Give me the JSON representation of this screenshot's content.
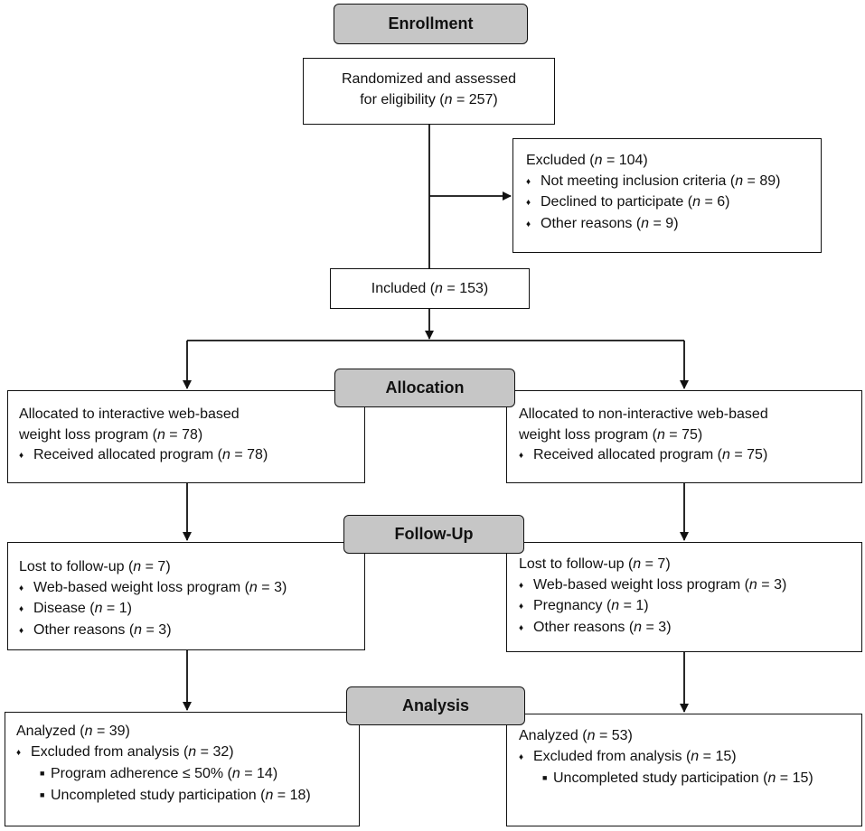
{
  "stages": {
    "enrollment": "Enrollment",
    "allocation": "Allocation",
    "follow_up": "Follow-Up",
    "analysis": "Analysis"
  },
  "randomized": {
    "line1": "Randomized and assessed",
    "line2_pre": "for eligibility (",
    "n": "n",
    "line2_post": " = 257)"
  },
  "excluded": {
    "title_pre": "Excluded (",
    "title_post": " = 104)",
    "items": [
      {
        "pre": "Not meeting inclusion criteria (",
        "post": " = 89)"
      },
      {
        "pre": "Declined to participate (",
        "post": " = 6)"
      },
      {
        "pre": "Other reasons (",
        "post": " = 9)"
      }
    ]
  },
  "included": {
    "pre": "Included (",
    "post": " = 153)"
  },
  "alloc_left": {
    "line1": "Allocated to interactive web-based",
    "line2_pre": "weight loss program (",
    "line2_post": " = 78)",
    "item_pre": "Received allocated program (",
    "item_post": " = 78)"
  },
  "alloc_right": {
    "line1": "Allocated to non-interactive web-based",
    "line2_pre": "weight loss program (",
    "line2_post": " = 75)",
    "item_pre": "Received allocated program (",
    "item_post": " = 75)"
  },
  "follow_left": {
    "title_pre": "Lost to follow-up (",
    "title_post": " = 7)",
    "items": [
      {
        "pre": "Web-based weight loss program (",
        "post": " = 3)"
      },
      {
        "pre": "Disease (",
        "post": " = 1)"
      },
      {
        "pre": "Other reasons (",
        "post": " = 3)"
      }
    ]
  },
  "follow_right": {
    "title_pre": "Lost to follow-up (",
    "title_post": " = 7)",
    "items": [
      {
        "pre": "Web-based weight loss program (",
        "post": " = 3)"
      },
      {
        "pre": "Pregnancy (",
        "post": " = 1)"
      },
      {
        "pre": "Other reasons (",
        "post": " = 3)"
      }
    ]
  },
  "analysis_left": {
    "title_pre": "Analyzed (",
    "title_post": " = 39)",
    "excl_pre": "Excluded from analysis (",
    "excl_post": " = 32)",
    "subs": [
      {
        "pre": "Program adherence ≤ 50% (",
        "post": " = 14)"
      },
      {
        "pre": "Uncompleted study participation (",
        "post": " = 18)"
      }
    ]
  },
  "analysis_right": {
    "title_pre": "Analyzed (",
    "title_post": " = 53)",
    "excl_pre": "Excluded from analysis (",
    "excl_post": " = 15)",
    "subs": [
      {
        "pre": "Uncompleted study participation (",
        "post": " = 15)"
      }
    ]
  },
  "glyphs": {
    "diamond": "♦",
    "square": "■"
  }
}
